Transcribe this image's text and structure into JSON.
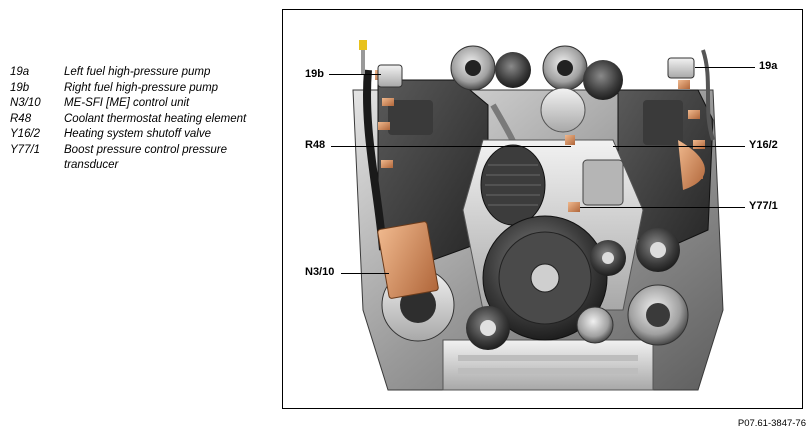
{
  "legend": [
    {
      "code": "19a",
      "desc": "Left fuel high-pressure pump"
    },
    {
      "code": "19b",
      "desc": "Right fuel high-pressure pump"
    },
    {
      "code": "N3/10",
      "desc": "ME-SFI [ME] control unit"
    },
    {
      "code": "R48",
      "desc": "Coolant thermostat heating element"
    },
    {
      "code": "Y16/2",
      "desc": "Heating system shutoff valve"
    },
    {
      "code": "Y77/1",
      "desc": "Boost pressure control pressure transducer"
    }
  ],
  "callouts": {
    "c19b": "19b",
    "c19a": "19a",
    "cR48": "R48",
    "cY162": "Y16/2",
    "cY771": "Y77/1",
    "cN310": "N3/10"
  },
  "reference_code": "P07.61-3847-76"
}
